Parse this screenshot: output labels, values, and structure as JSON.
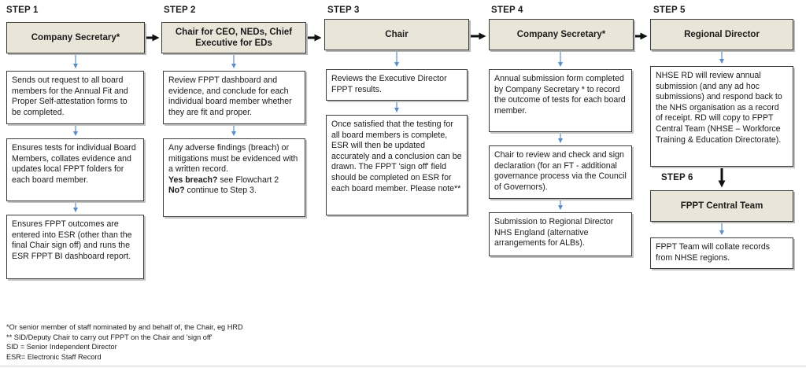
{
  "steps": {
    "s1": "STEP 1",
    "s2": "STEP 2",
    "s3": "STEP 3",
    "s4": "STEP 4",
    "s5": "STEP 5",
    "s6": "STEP 6"
  },
  "headers": {
    "h1": "Company Secretary*",
    "h2": "Chair for CEO, NEDs, Chief Executive for EDs",
    "h3": "Chair",
    "h4": "Company Secretary*",
    "h5": "Regional Director",
    "h6": "FPPT  Central Team"
  },
  "boxes": {
    "b1a": "Sends out request to all board members for the Annual Fit and Proper Self-attestation forms to be completed.",
    "b1b": "Ensures tests for individual Board Members, collates evidence and updates local FPPT folders for each board member.",
    "b1c": "Ensures FPPT outcomes are entered into ESR (other than the final Chair sign off) and runs the ESR FPPT BI dashboard report.",
    "b2a": "Review FPPT dashboard and evidence, and conclude for each individual board member whether they are fit and proper.",
    "b2b_text": "Any adverse findings (breach) or mitigations must be evidenced with a written record.",
    "b2b_yes_bold": "Yes breach?",
    "b2b_yes_rest": " see  Flowchart 2",
    "b2b_no_bold": "No?",
    "b2b_no_rest": " continue to Step 3.",
    "b3a": "Reviews the Executive Director FPPT results.",
    "b3b": "Once satisfied that the testing for all board members is complete, ESR will then be updated accurately and a conclusion can be drawn. The FPPT 'sign off' field should be completed on ESR for each board member. Please note**",
    "b4a": "Annual submission form completed by Company Secretary * to record the outcome of tests for each board member.",
    "b4b": "Chair to review and check and sign declaration (for an FT - additional governance process via the Council of Governors).",
    "b4c": "Submission to Regional Director NHS England (alternative arrangements for ALBs).",
    "b5a": "NHSE RD will review annual submission (and any ad hoc submissions) and respond back to the NHS organisation as a record of receipt. RD will copy to FPPT  Central Team (NHSE – Workforce Training & Education Directorate).",
    "b6a": "FPPT Team  will collate records from NHSE regions."
  },
  "footnotes": {
    "f1": "*Or senior member of staff nominated by and behalf of, the Chair, eg HRD",
    "f2": "** SID/Deputy Chair to carry out FPPT on the Chair and 'sign off'",
    "f3": "SID = Senior Independent Director",
    "f4": "ESR= Electronic Staff Record"
  },
  "colors": {
    "header_fill": "#e9e6d9",
    "connector_blue": "#5b8dc9",
    "arrow_black": "#111111"
  }
}
